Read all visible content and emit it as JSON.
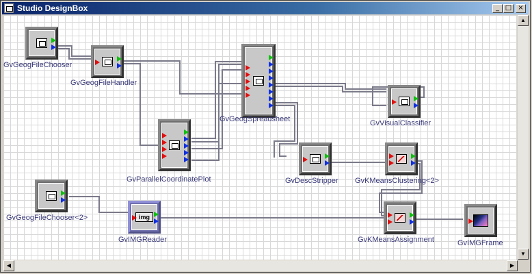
{
  "window": {
    "title": "Studio DesignBox",
    "controls": {
      "minimize": "_",
      "maximize": "□",
      "close": "×"
    }
  },
  "beans": [
    {
      "id": "gv-geog-file-chooser",
      "label": "GvGeogFileChooser",
      "icon": "bean-icon",
      "inputs": [],
      "outputs": [
        "green",
        "blue"
      ]
    },
    {
      "id": "gv-geog-file-handler",
      "label": "GvGeogFileHandler",
      "icon": "bean-icon",
      "inputs": [
        "red"
      ],
      "outputs": [
        "green",
        "blue"
      ]
    },
    {
      "id": "gv-geog-spreadsheet",
      "label": "GvGeogSpreadsheet",
      "icon": "bean-icon",
      "inputs": [
        "red",
        "red",
        "red",
        "red",
        "red"
      ],
      "outputs": [
        "green",
        "blue",
        "blue",
        "blue",
        "blue",
        "blue",
        "blue",
        "blue"
      ]
    },
    {
      "id": "gv-visual-classifier",
      "label": "GvVisualClassifier",
      "icon": "bean-icon",
      "inputs": [
        "red"
      ],
      "outputs": [
        "green",
        "blue"
      ]
    },
    {
      "id": "gv-parallel-coordinate-plot",
      "label": "GvParallelCoordinatePlot",
      "icon": "bean-icon",
      "inputs": [
        "red",
        "red",
        "red",
        "red"
      ],
      "outputs": [
        "green",
        "blue",
        "blue",
        "blue",
        "blue"
      ]
    },
    {
      "id": "gv-desc-stripper",
      "label": "GvDescStripper",
      "icon": "bean-icon",
      "inputs": [
        "red"
      ],
      "outputs": [
        "green",
        "blue"
      ]
    },
    {
      "id": "gv-kmeans-clustering-2",
      "label": "GvKMeansClustering<2>",
      "icon": "kmeans-icon",
      "inputs": [
        "red",
        "red"
      ],
      "outputs": [
        "green",
        "blue"
      ]
    },
    {
      "id": "gv-geog-file-chooser-2",
      "label": "GvGeogFileChooser<2>",
      "icon": "bean-icon",
      "inputs": [],
      "outputs": [
        "green",
        "blue"
      ]
    },
    {
      "id": "gv-img-reader",
      "label": "GvIMGReader",
      "icon": "img-icon",
      "icon_text": "img",
      "inputs": [
        "red"
      ],
      "outputs": [
        "green",
        "blue"
      ]
    },
    {
      "id": "gv-kmeans-assignment",
      "label": "GvKMeansAssignment",
      "icon": "kmeans-icon",
      "inputs": [
        "red",
        "red"
      ],
      "outputs": [
        "green",
        "blue"
      ]
    },
    {
      "id": "gv-img-frame",
      "label": "GvIMGFrame",
      "icon": "image-frame-icon",
      "inputs": [
        "red"
      ],
      "outputs": []
    }
  ],
  "colors": {
    "input_pin": "#e01010",
    "output_pin": "#1030e0",
    "event_pin": "#10c010",
    "wire": "#7a7a8a",
    "label": "#3a3a7a"
  },
  "scrollbars": {
    "up": "▲",
    "down": "▼",
    "left": "◀",
    "right": "▶"
  }
}
